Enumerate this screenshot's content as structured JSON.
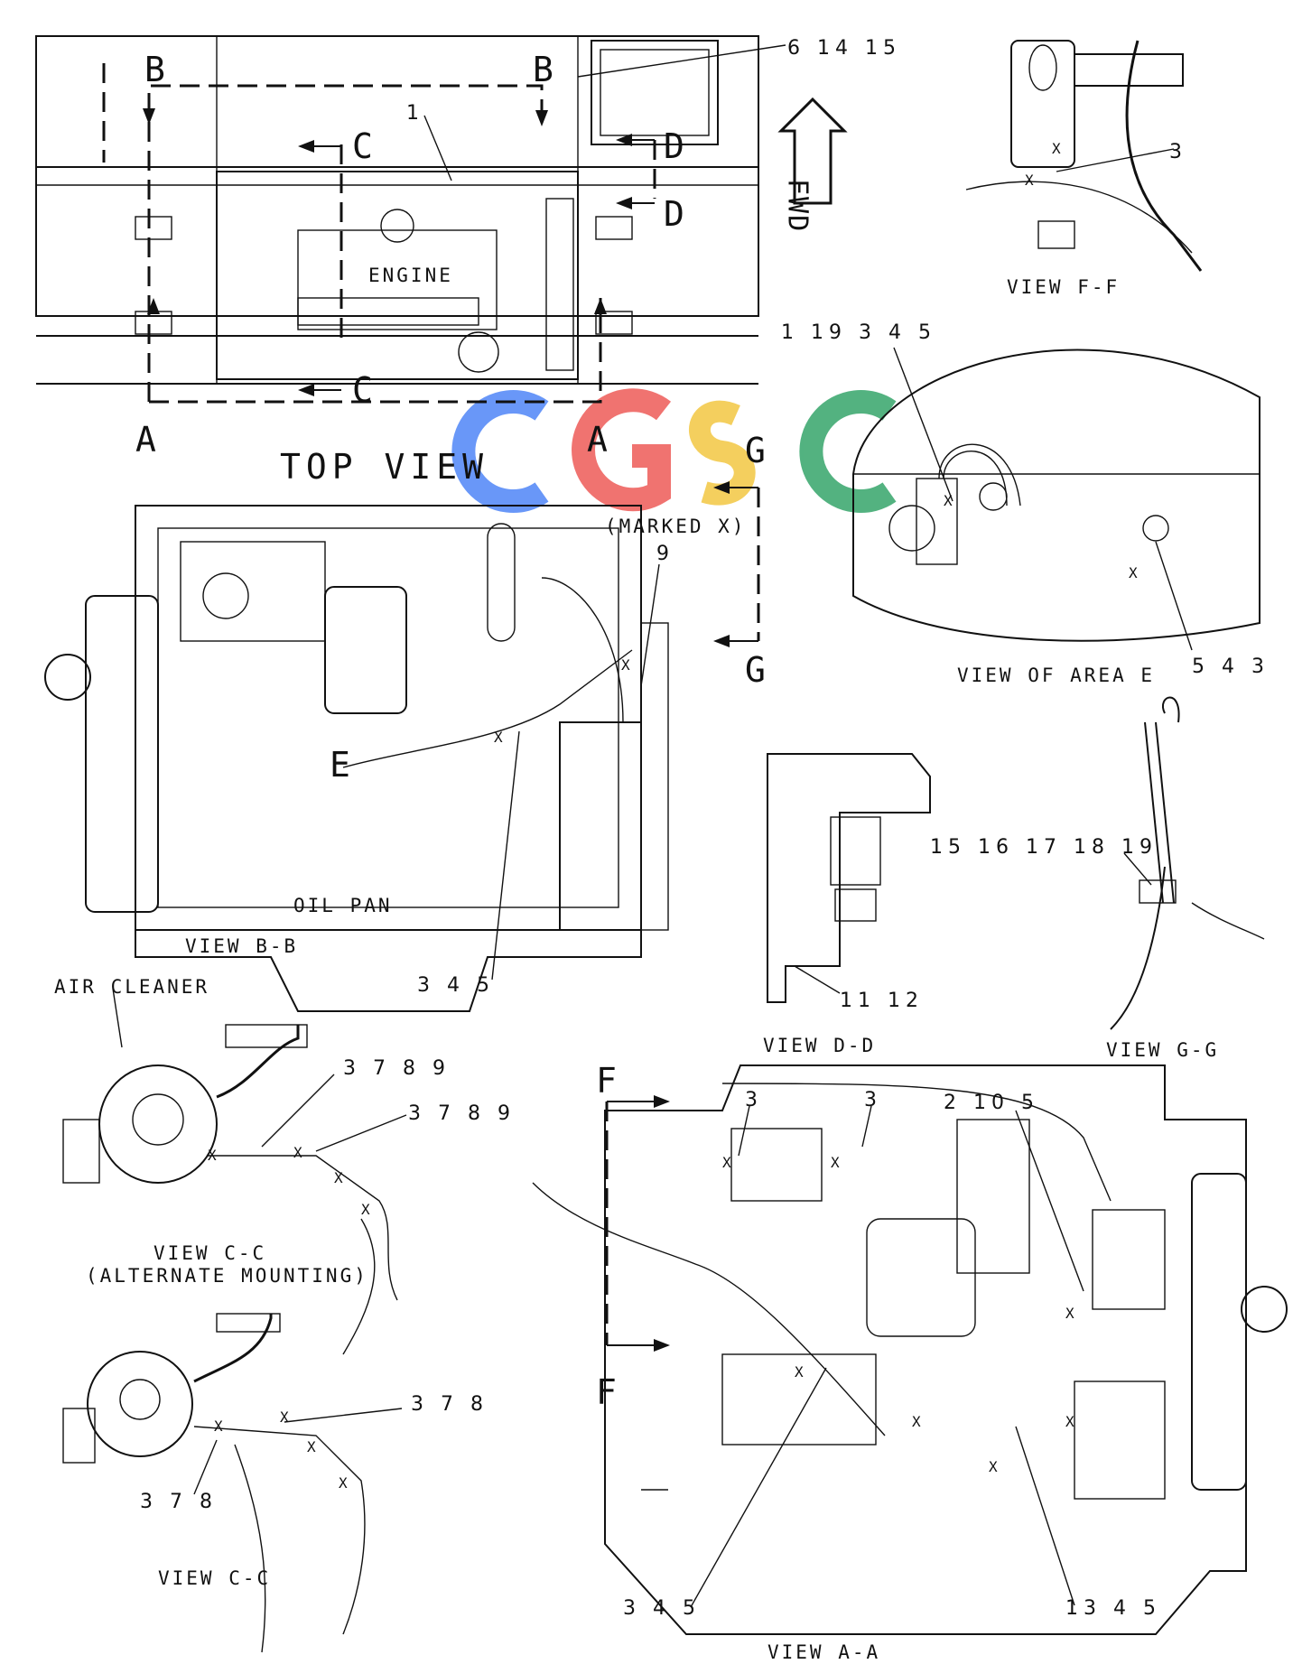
{
  "colors": {
    "line": "#111111",
    "background": "#ffffff",
    "watermark_blue": "#4f86f7",
    "watermark_red": "#ee5b58",
    "watermark_yellow": "#f3c742",
    "watermark_green": "#35a56a"
  },
  "watermark": "CGSC",
  "top_view": {
    "title": "TOP VIEW",
    "engine_label": "ENGINE",
    "section_a": "A",
    "section_b": "B",
    "section_c": "C",
    "section_d": "D",
    "fwd_label": "FWD",
    "callout_1": "1",
    "callout_6_14_15": "6 14 15"
  },
  "view_bb": {
    "title": "VIEW B-B",
    "oil_pan": "OIL PAN",
    "callout_e": "E",
    "callout_marked_x": "(MARKED X)",
    "callout_9": "9",
    "callout_345": "3 4 5",
    "section_g": "G"
  },
  "view_ff": {
    "title": "VIEW F-F",
    "callout_3": "3"
  },
  "view_area_e": {
    "title": "VIEW OF AREA E",
    "callout_top": "1 19 3 4 5",
    "callout_bottom": "5 4 3"
  },
  "view_dd": {
    "title": "VIEW D-D",
    "callout": "11 12"
  },
  "view_gg": {
    "title": "VIEW G-G",
    "callout": "15 16 17 18 19"
  },
  "view_cc_alt": {
    "title": "VIEW C-C",
    "subtitle": "(ALTERNATE MOUNTING)",
    "air_cleaner": "AIR CLEANER",
    "callout_1": "3 7 8 9",
    "callout_2": "3 7 8 9"
  },
  "view_cc": {
    "title": "VIEW C-C",
    "callout_1": "3 7 8",
    "callout_2": "3 7 8"
  },
  "view_aa": {
    "title": "VIEW A-A",
    "section_f": "F",
    "callout_3a": "3",
    "callout_3b": "3",
    "callout_2_10_5": "2 10 5",
    "callout_345": "3 4 5",
    "callout_13_4_5": "13 4 5"
  },
  "marker_x": "X"
}
